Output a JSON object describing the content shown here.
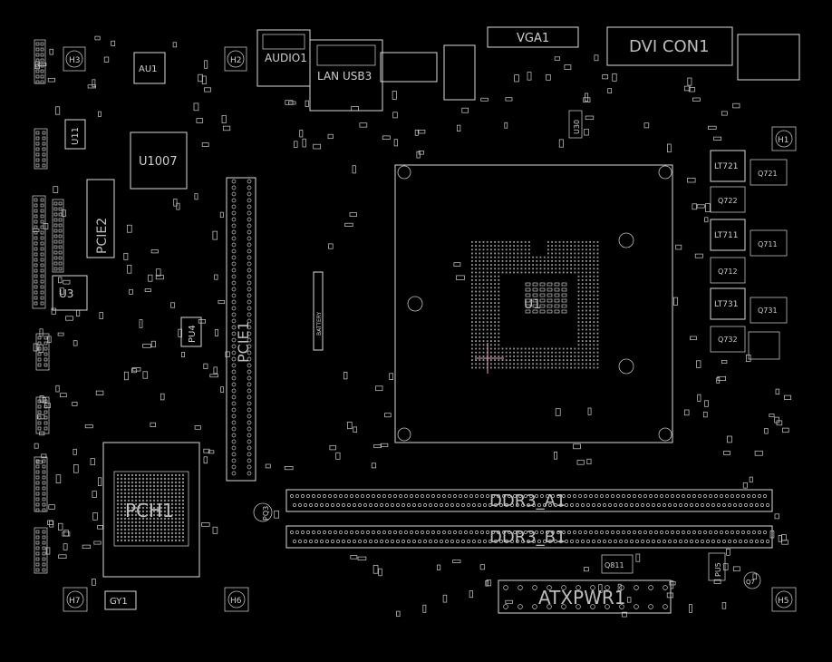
{
  "board": {
    "labels": {
      "au1": "AU1",
      "h3": "H3",
      "h2": "H2",
      "h1": "H1",
      "h5": "H5",
      "h6": "H6",
      "h7": "H7",
      "audio1": "AUDIO1",
      "lan_usb": "LAN USB3",
      "vga1": "VGA1",
      "dvi": "DVI CON1",
      "u11": "U11",
      "u1007": "U1007",
      "pcie2": "PCIE2",
      "u3": "U3",
      "pu4": "PU4",
      "pcie1": "PCIE1",
      "battery": "BATTERY",
      "u1": "U1",
      "lt721": "LT721",
      "q721": "Q721",
      "q722": "Q722",
      "lt711": "LT711",
      "q711": "Q711",
      "q712": "Q712",
      "lt731": "LT731",
      "q731": "Q731",
      "q732": "Q732",
      "ddr3_a1": "DDR3_A1",
      "ddr3_b1": "DDR3_B1",
      "pch1": "PCH1",
      "gy1": "GY1",
      "atxpwr1": "ATXPWR1",
      "q811": "Q811",
      "pu5": "PU5",
      "u30": "U30",
      "q7": "Q7",
      "pq3": "PQ3"
    }
  }
}
